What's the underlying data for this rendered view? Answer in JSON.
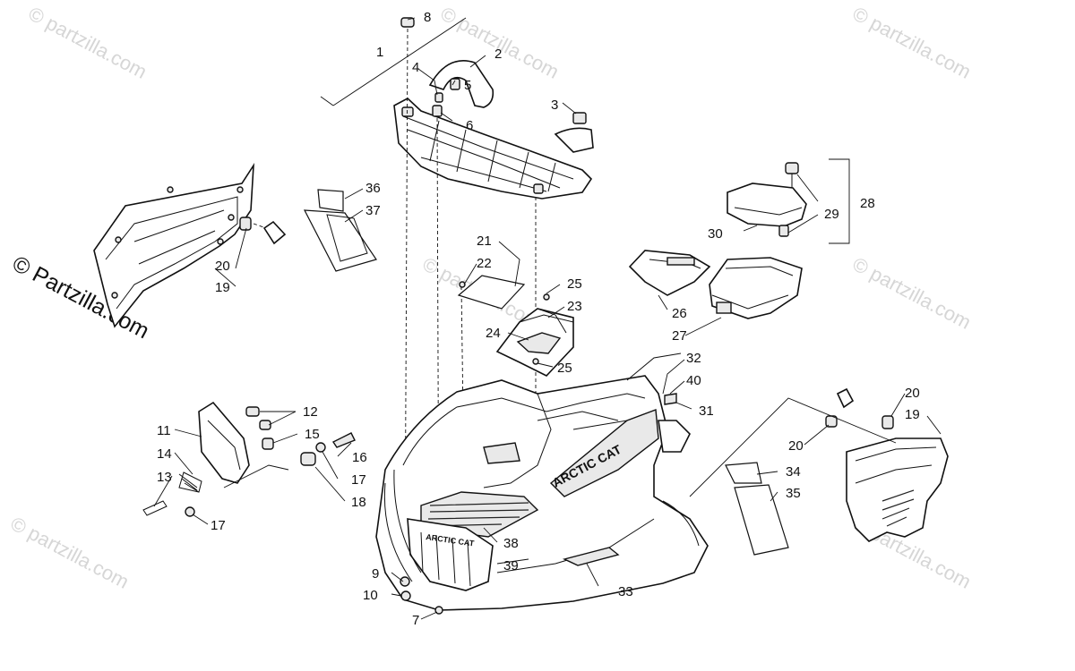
{
  "watermarks": {
    "main": "© Partzilla.com",
    "faint": "© partzilla.com"
  },
  "brand_text": {
    "fender": "ARCTIC CAT",
    "grille": "ARCTIC CAT"
  },
  "callouts": [
    "1",
    "2",
    "3",
    "4",
    "5",
    "6",
    "7",
    "8",
    "9",
    "10",
    "11",
    "12",
    "13",
    "14",
    "15",
    "16",
    "17",
    "18",
    "19",
    "20",
    "21",
    "22",
    "23",
    "24",
    "25",
    "26",
    "27",
    "28",
    "29",
    "30",
    "31",
    "32",
    "33",
    "34",
    "35",
    "36",
    "37",
    "38",
    "39",
    "40"
  ],
  "secondary_callouts": {
    "c17b": "17",
    "c19b": "19",
    "c20b": "20",
    "c20c": "20",
    "c25b": "25"
  }
}
